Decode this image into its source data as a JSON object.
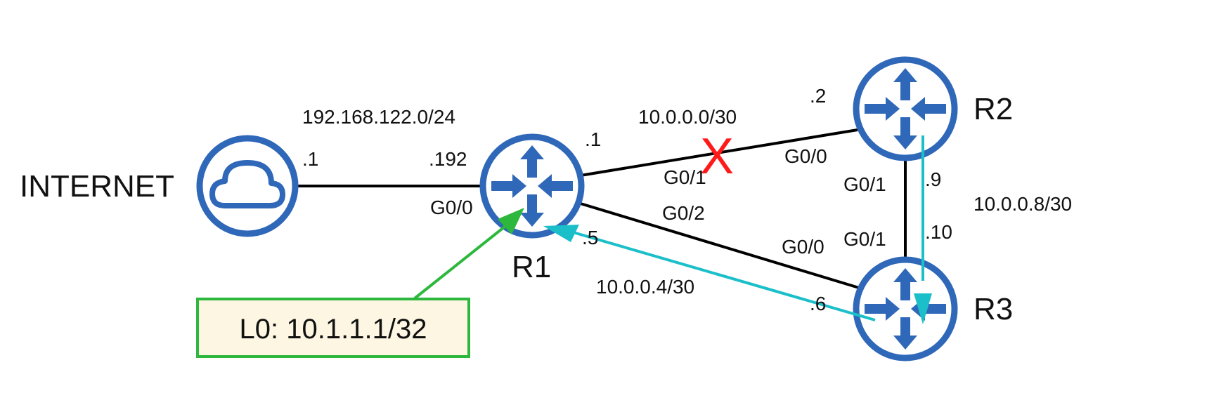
{
  "diagram": {
    "title": "",
    "colors": {
      "device": "#2f68b8",
      "link": "#000000",
      "down_marker": "#ff1a1a",
      "loopback_path": "#2db83d",
      "traffic_path": "#1bbfc9",
      "loopback_box_fill": "#fdf6e3",
      "loopback_box_border": "#2db83d"
    },
    "nodes": {
      "internet": {
        "label": "INTERNET",
        "icon": "cloud-icon"
      },
      "r1": {
        "label": "R1",
        "icon": "router-icon"
      },
      "r2": {
        "label": "R2",
        "icon": "router-icon"
      },
      "r3": {
        "label": "R3",
        "icon": "router-icon"
      }
    },
    "links": {
      "internet_r1": {
        "subnet": "192.168.122.0/24",
        "internet_ip": ".1",
        "r1_ip": ".192",
        "r1_interface": "G0/0"
      },
      "r1_r2": {
        "subnet": "10.0.0.0/30",
        "r1_ip": ".1",
        "r1_interface": "G0/1",
        "r2_ip": ".2",
        "r2_interface": "G0/0",
        "status": "down",
        "down_marker": "X"
      },
      "r1_r3": {
        "subnet": "10.0.0.4/30",
        "r1_ip": ".5",
        "r1_interface": "G0/2",
        "r3_ip": ".6",
        "r3_interface": "G0/0"
      },
      "r2_r3": {
        "subnet": "10.0.0.8/30",
        "r2_ip": ".9",
        "r2_interface": "G0/1",
        "r3_ip": ".10",
        "r3_interface": "G0/1"
      }
    },
    "loopback": {
      "label": "L0: 10.1.1.1/32",
      "attached_to": "R1"
    },
    "traffic_path": [
      "R2",
      "R3",
      "R1"
    ]
  }
}
